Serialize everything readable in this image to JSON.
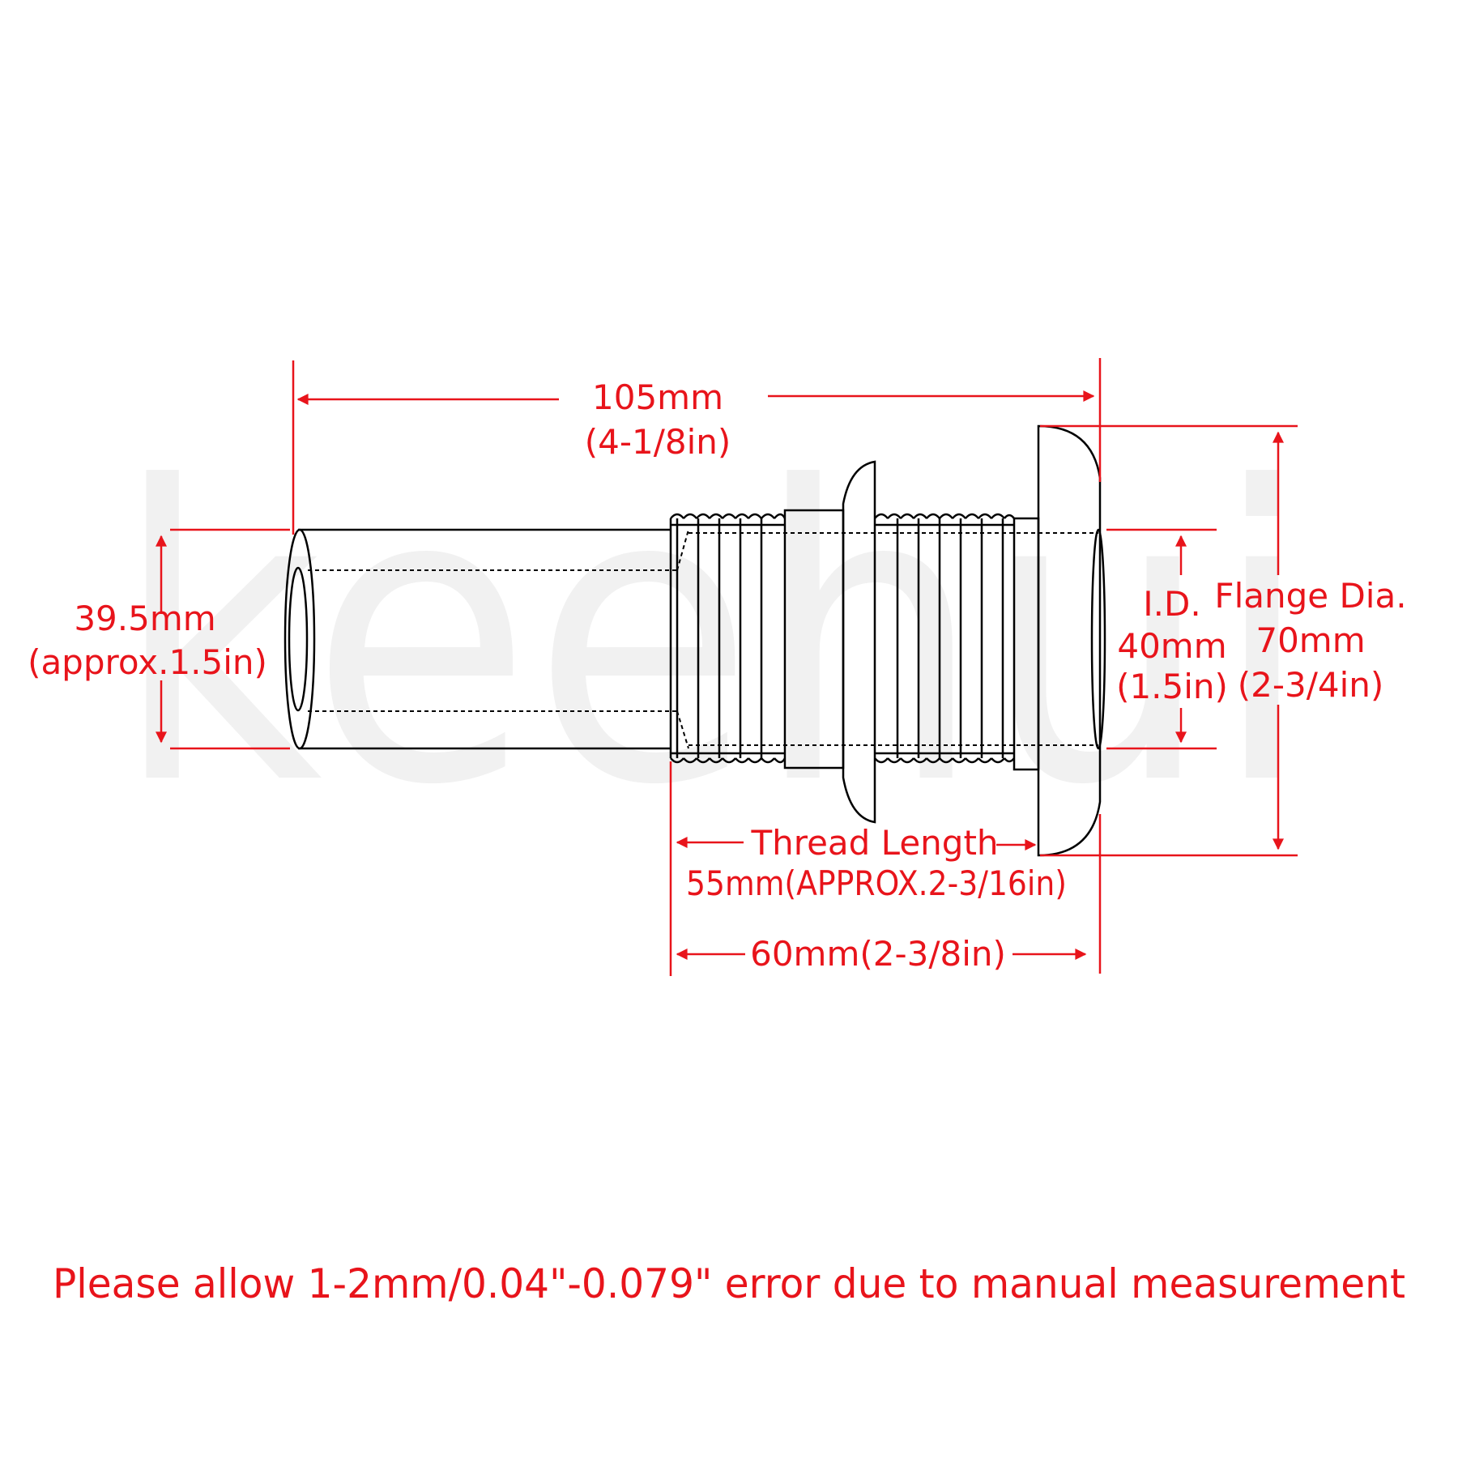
{
  "watermark": "keehui",
  "dimensions": {
    "overall_length": {
      "metric": "105mm",
      "imperial": "(4-1/8in)"
    },
    "tube_od": {
      "metric": "39.5mm",
      "imperial": "(approx.1.5in)"
    },
    "inner_diameter": {
      "title": "I.D.",
      "metric": "40mm",
      "imperial": "(1.5in)"
    },
    "flange_diameter": {
      "title": "Flange Dia.",
      "metric": "70mm",
      "imperial": "(2-3/4in)"
    },
    "thread_length": {
      "title": "Thread Length",
      "value": "55mm(APPROX.2-3/16in)"
    },
    "body_length": {
      "value": "60mm(2-3/8in)"
    }
  },
  "note": "Please allow 1-2mm/0.04\"-0.079\" error due to manual measurement",
  "colors": {
    "dimension": "#e8141b",
    "outline": "#000000",
    "watermark": "#f1f1f1"
  }
}
